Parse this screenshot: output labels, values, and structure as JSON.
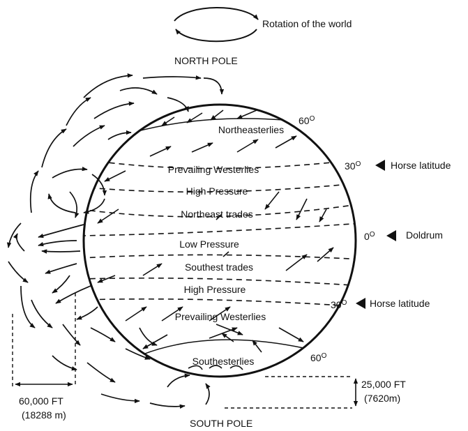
{
  "legend": {
    "rotation_label": "Rotation of the world"
  },
  "poles": {
    "north": "NORTH POLE",
    "south": "SOUTH POLE"
  },
  "zones": {
    "northeasterlies": "Northeasterlies",
    "prevailing_westerlies_n": "Prevailing Westerlies",
    "high_pressure_n": "High Pressure",
    "northeast_trades": "Northeast trades",
    "low_pressure": "Low Pressure",
    "southeast_trades": "Southest trades",
    "high_pressure_s": "High Pressure",
    "prevailing_westerlies_s": "Prevailing Westerlies",
    "southesterlies": "Southesterlies"
  },
  "latitudes": {
    "n60": "60",
    "n30": "30",
    "eq": "0",
    "s30": "30",
    "s60": "60",
    "degree_symbol": "O"
  },
  "side_labels": {
    "horse_latitude_n": "Horse latitude",
    "doldrum": "Doldrum",
    "horse_latitude_s": "Horse latitude"
  },
  "dimensions": {
    "width_ft": "60,000 FT",
    "width_m": "(18288 m)",
    "height_ft": "25,000 FT",
    "height_m": "(7620m)"
  },
  "colors": {
    "ink": "#111111",
    "background": "#ffffff"
  }
}
